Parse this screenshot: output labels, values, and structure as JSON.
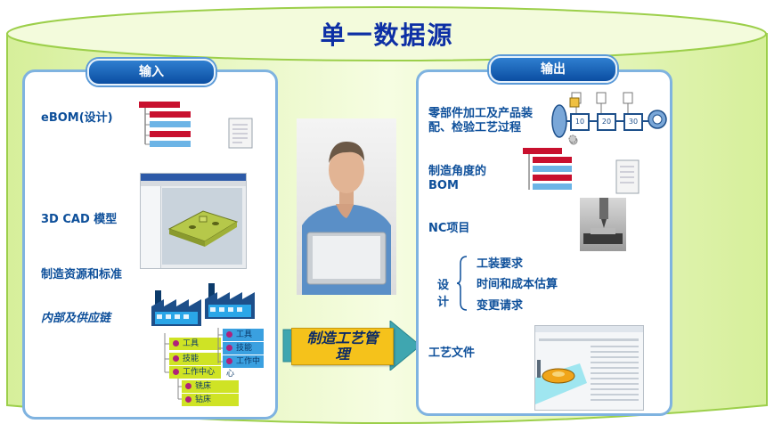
{
  "title": "单一数据源",
  "input": {
    "header": "输入",
    "items": [
      "eBOM(设计)",
      "3D CAD 模型",
      "制造资源和标准",
      "内部及供应链"
    ],
    "tree_left": [
      "工具",
      "技能",
      "工作中心",
      "铣床",
      "钻床"
    ],
    "tree_right": [
      "工具",
      "技能",
      "工作中心"
    ]
  },
  "process": {
    "label": "制造工艺管理"
  },
  "output": {
    "header": "输出",
    "item1_line1": "零部件加工及产品装",
    "item1_line2": "配、检验工艺过程",
    "flow_steps": [
      "10",
      "20",
      "30"
    ],
    "item2_line1": "制造角度的",
    "item2_line2": "BOM",
    "item3": "NC项目",
    "design_label": "设计",
    "design_items": [
      "工装要求",
      "时间和成本估算",
      "变更请求"
    ],
    "item4": "工艺文件"
  },
  "colors": {
    "cylinder_fill": "#eef9c8",
    "panel_border": "#7fb3e0",
    "title_color": "#0d2fa5",
    "label_color": "#0d4f9a",
    "bar_red": "#c8102e",
    "bar_blue": "#6cb4e6",
    "pill_green": "#cfe325",
    "pill_blue": "#3aa0e0",
    "arrow_teal": "#3fa6b0",
    "arrow_label_bg": "#f5c21b"
  },
  "icons": [
    "factory-icon",
    "document-icon",
    "gear-icon",
    "person-laptop-photo",
    "cad-model-image",
    "nc-machine-image",
    "process-document-image"
  ]
}
